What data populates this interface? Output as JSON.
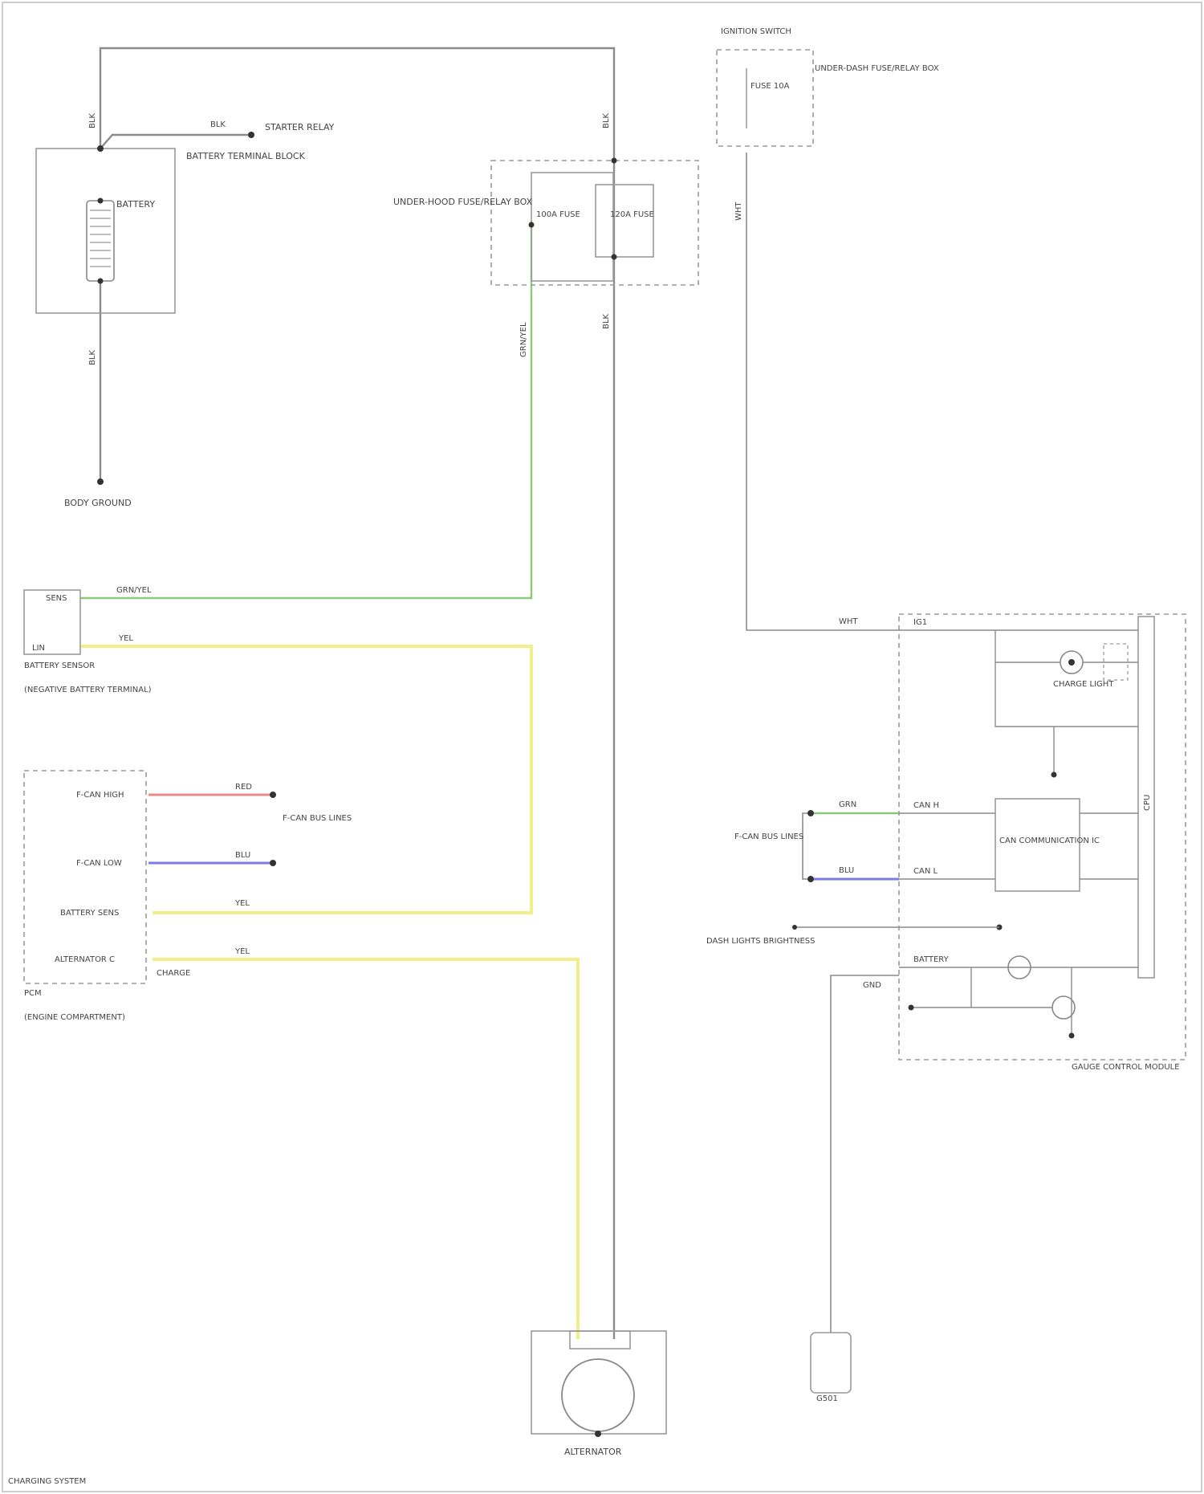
{
  "colors": {
    "wire_default": "#8c8c8c",
    "wire_green": "#8cc77a",
    "wire_yellow": "#f0ef8a",
    "wire_red": "#e88a8a",
    "wire_blue": "#7b7be6",
    "component_outline": "#9a9a9a"
  },
  "labels": {
    "wire_blk_1": "BLK",
    "wire_blk_2": "BLK",
    "wire_blk_3": "BLK",
    "wire_blk_4": "BLK",
    "wire_blk_5": "BLK",
    "wire_grnyel_1": "GRN/YEL",
    "wire_grnyel_2": "GRN/YEL",
    "wire_yel_1": "YEL",
    "wire_yel_2": "YEL",
    "wire_yel_3": "YEL",
    "wire_red": "RED",
    "wire_blu": "BLU",
    "wire_wht_1": "WHT",
    "wire_wht_2": "WHT",
    "wire_grn": "GRN",
    "wire_blu_2": "BLU",
    "battery_junction_block": "BATTERY TERMINAL BLOCK",
    "battery": "BATTERY",
    "starter_relay": "STARTER RELAY",
    "body_ground": "BODY GROUND",
    "under_hood_fuse_box": "UNDER-HOOD FUSE/RELAY BOX",
    "fuse_left": "100A FUSE",
    "fuse_right": "120A FUSE",
    "dash_fuse": "FUSE 10A",
    "dash_fuse_box": "UNDER-DASH FUSE/RELAY BOX",
    "ignition": "IGNITION SWITCH",
    "battery_sensor": "BATTERY SENSOR",
    "battery_sensor_sub": "(NEGATIVE BATTERY TERMINAL)",
    "battery_sensor_pin1": "SENS",
    "battery_sensor_pin2": "LIN",
    "pcm": "PCM",
    "pcm_sub": "(ENGINE COMPARTMENT)",
    "pcm_pin1": "F-CAN HIGH",
    "pcm_pin2": "F-CAN LOW",
    "pcm_pin3": "BATTERY SENS",
    "pcm_pin4": "ALTERNATOR C",
    "pcm_pin4_sub": "CHARGE",
    "fcan_left": "F-CAN BUS LINES",
    "fcan_right": "F-CAN BUS LINES",
    "alternator": "ALTERNATOR",
    "gauge_control": "GAUGE CONTROL MODULE",
    "gauge_cpu": "CPU",
    "charge_light": "CHARGE LIGHT",
    "dash_ctrl": "CAN COMMUNICATION IC",
    "pin_ig1": "IG1",
    "pin_fcanh": "CAN H",
    "pin_fcanl": "CAN L",
    "pin_batt": "BATTERY",
    "pin_gnd": "GND",
    "dash_lights": "DASH LIGHTS BRIGHTNESS",
    "ground_g": "G501",
    "footer": "CHARGING SYSTEM"
  }
}
